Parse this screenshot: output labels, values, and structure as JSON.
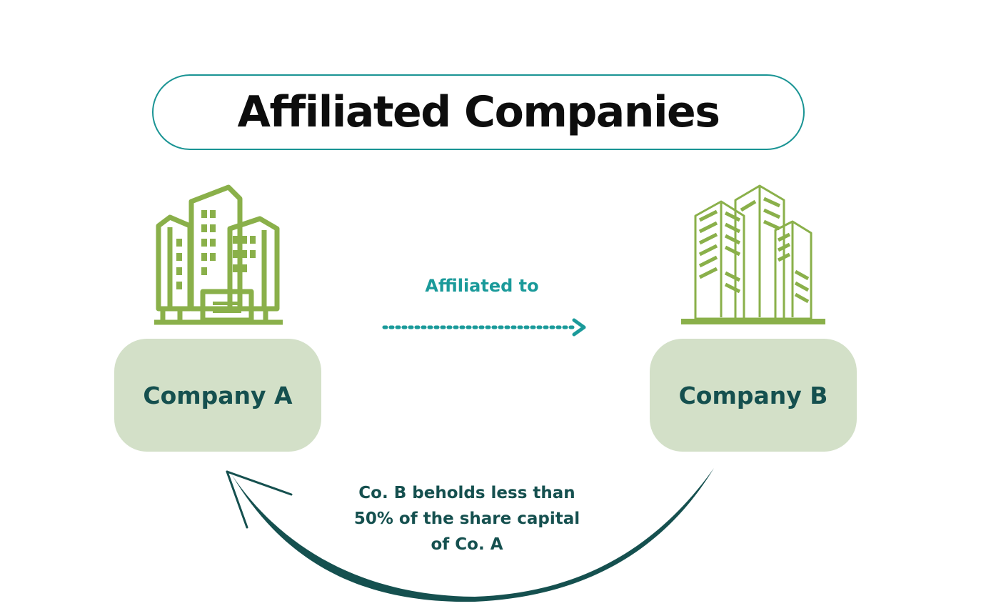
{
  "title": "Affiliated Companies",
  "company_a": {
    "label": "Company A",
    "icon": "office-building-icon"
  },
  "company_b": {
    "label": "Company B",
    "icon": "skyscrapers-icon"
  },
  "relation": {
    "label": "Affiliated to",
    "style": "dotted-arrow"
  },
  "caption": {
    "lines": [
      "Co. B beholds less than",
      "50% of the share capital",
      "of Co. A"
    ]
  },
  "colors": {
    "title_border": "#1a9494",
    "title_text": "#0d0d0d",
    "company_box_fill": "#d3e0c8",
    "company_text": "#15504f",
    "building_green": "#8ab04a",
    "relation_teal": "#1a9a9a",
    "curve_arrow": "#15504f"
  }
}
